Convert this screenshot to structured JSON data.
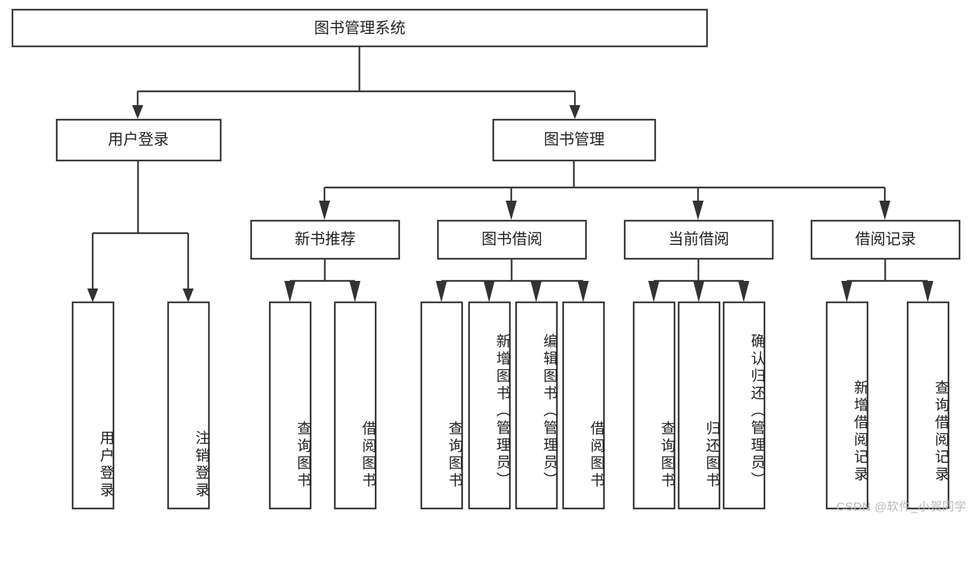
{
  "diagram": {
    "title": "图书管理系统",
    "watermark": "CSDN @软件_小贺同学",
    "colors": {
      "stroke": "#333333",
      "box_fill": "#ffffff",
      "text": "#222222",
      "watermark": "#b9b9b9",
      "background": "#ffffff"
    },
    "root": {
      "label": "图书管理系统",
      "orientation": "horizontal"
    },
    "level2": [
      {
        "label": "用户登录",
        "orientation": "horizontal"
      },
      {
        "label": "图书管理",
        "orientation": "horizontal"
      }
    ],
    "level3": [
      {
        "label": "新书推荐",
        "orientation": "horizontal",
        "parent": "图书管理"
      },
      {
        "label": "图书借阅",
        "orientation": "horizontal",
        "parent": "图书管理"
      },
      {
        "label": "当前借阅",
        "orientation": "horizontal",
        "parent": "图书管理"
      },
      {
        "label": "借阅记录",
        "orientation": "horizontal",
        "parent": "图书管理"
      }
    ],
    "leaves": {
      "用户登录": [
        {
          "label": "用户登录",
          "orientation": "vertical"
        },
        {
          "label": "注销登录",
          "orientation": "vertical"
        }
      ],
      "新书推荐": [
        {
          "label": "查询图书",
          "orientation": "vertical"
        },
        {
          "label": "借阅图书",
          "orientation": "vertical"
        }
      ],
      "图书借阅": [
        {
          "label": "查询图书",
          "orientation": "vertical"
        },
        {
          "label": "新增图书（管理员）",
          "orientation": "vertical"
        },
        {
          "label": "编辑图书（管理员）",
          "orientation": "vertical"
        },
        {
          "label": "借阅图书",
          "orientation": "vertical"
        }
      ],
      "当前借阅": [
        {
          "label": "查询图书",
          "orientation": "vertical"
        },
        {
          "label": "归还图书",
          "orientation": "vertical"
        },
        {
          "label": "确认归还（管理员）",
          "orientation": "vertical"
        }
      ],
      "借阅记录": [
        {
          "label": "新增借阅记录",
          "orientation": "vertical"
        },
        {
          "label": "查询借阅记录",
          "orientation": "vertical"
        }
      ]
    }
  }
}
